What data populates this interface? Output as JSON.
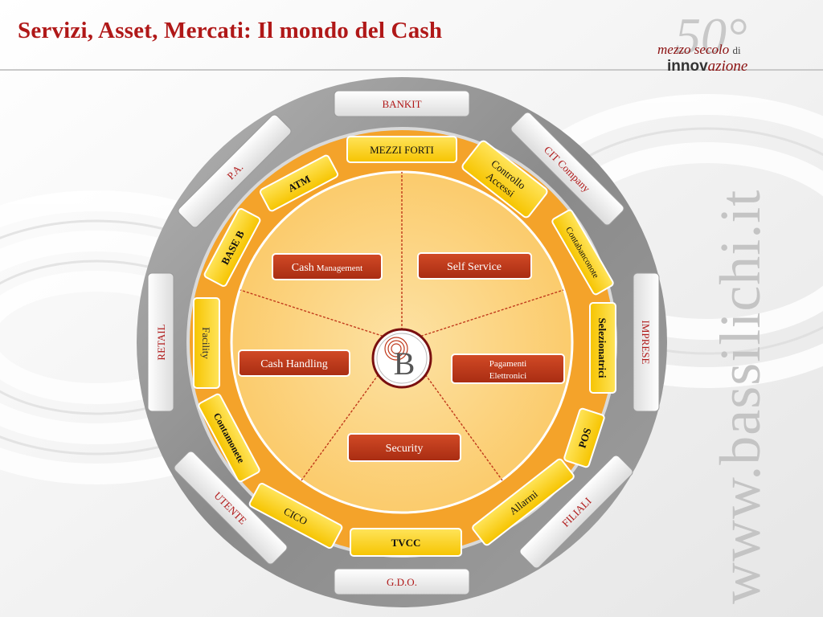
{
  "title": "Servizi, Asset, Mercati: Il mondo del Cash",
  "logo": {
    "number": "50°",
    "line1_a": "mezzo secolo",
    "line1_b": "di",
    "line2_a": "innov",
    "line2_b": "azione"
  },
  "watermark": "www.bassilichi.it",
  "center_logo_letter": "B",
  "outer_ring": [
    {
      "id": "bankit",
      "label": "BANKIT"
    },
    {
      "id": "cit-company",
      "label": "CIT Company"
    },
    {
      "id": "imprese",
      "label": "IMPRESE"
    },
    {
      "id": "filiali",
      "label": "FILIALI"
    },
    {
      "id": "gdo",
      "label": "G.D.O."
    },
    {
      "id": "utente",
      "label": "UTENTE"
    },
    {
      "id": "retail",
      "label": "RETAIL"
    },
    {
      "id": "pa",
      "label": "P.A."
    }
  ],
  "middle_ring": [
    {
      "id": "mezzi-forti",
      "label": "MEZZI FORTI"
    },
    {
      "id": "controllo-accessi",
      "label": "Controllo\nAccessi"
    },
    {
      "id": "contabanconote",
      "label": "Contabanconote"
    },
    {
      "id": "selezionatrici",
      "label": "Selezionatrici"
    },
    {
      "id": "pos",
      "label": "POS"
    },
    {
      "id": "allarmi",
      "label": "Allarmi"
    },
    {
      "id": "tvcc",
      "label": "TVCC"
    },
    {
      "id": "cico",
      "label": "CICO"
    },
    {
      "id": "contamonete",
      "label": "Contamonete"
    },
    {
      "id": "facility",
      "label": "Facility"
    },
    {
      "id": "base-b",
      "label": "BASE B"
    },
    {
      "id": "atm",
      "label": "ATM"
    }
  ],
  "services": [
    {
      "id": "cash-management",
      "label_main": "Cash",
      "label_small": "Management"
    },
    {
      "id": "self-service",
      "label_main": "Self Service",
      "label_small": ""
    },
    {
      "id": "cash-handling",
      "label_main": "Cash Handling",
      "label_small": ""
    },
    {
      "id": "pagamenti-elettronici",
      "label_main": "Pagamenti\nElettronici",
      "label_small": ""
    },
    {
      "id": "security",
      "label_main": "Security",
      "label_small": ""
    }
  ],
  "colors": {
    "title": "#b01818",
    "label_red": "#b01818",
    "outer_ring_gray": "#9a9a9a",
    "orange_ring": "#f4a32a",
    "inner_fill": "#fbd27e",
    "yellow_box": "#ffd21c",
    "service_box": "#c0391b"
  }
}
